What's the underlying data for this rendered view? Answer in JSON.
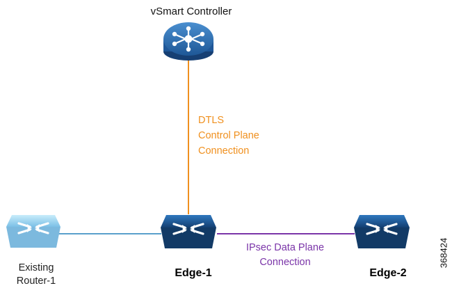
{
  "nodes": {
    "vsmart": {
      "label": "vSmart Controller",
      "icon": "vsmart-controller-icon"
    },
    "router1": {
      "label_line1": "Existing",
      "label_line2": "Router-1",
      "icon": "router-icon"
    },
    "edge1": {
      "label": "Edge-1",
      "icon": "router-icon"
    },
    "edge2": {
      "label": "Edge-2",
      "icon": "router-icon"
    }
  },
  "links": {
    "control": {
      "line1": "DTLS",
      "line2": "Control Plane",
      "line3": "Connection",
      "color": "#f0901e"
    },
    "data": {
      "line1": "IPsec Data Plane",
      "line2": "Connection",
      "color": "#7a34a8"
    },
    "router_link": {
      "color": "#5aa0cc"
    }
  },
  "figure_id": "368424",
  "colors": {
    "router_dark": "#1a5c9c",
    "router_light": "#aad8f0",
    "vsmart": "#3070b4"
  }
}
